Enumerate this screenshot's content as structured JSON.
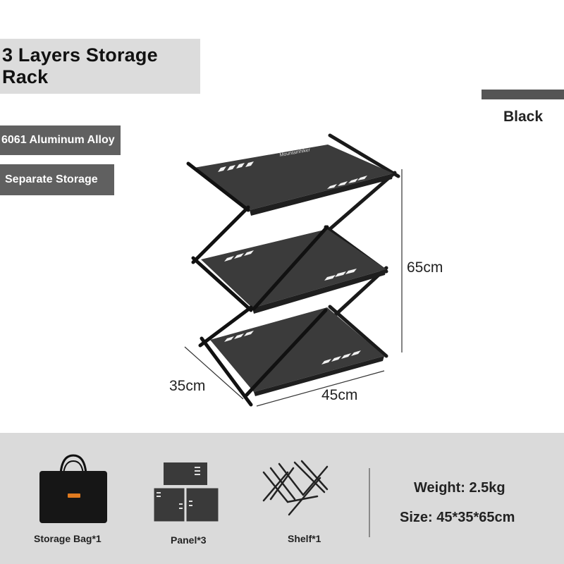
{
  "title": "3 Layers Storage Rack",
  "color_option": {
    "label": "Black",
    "swatch": "#555555"
  },
  "features": [
    "6061 Aluminum Alloy",
    "Separate Storage"
  ],
  "brand_print": "Mountainhiker",
  "dimensions": {
    "height": "65cm",
    "depth": "35cm",
    "width": "45cm"
  },
  "package": {
    "items": [
      {
        "label": "Storage Bag*1",
        "icon": "storage-bag-icon"
      },
      {
        "label": "Panel*3",
        "icon": "panel-stack-icon"
      },
      {
        "label": "Shelf*1",
        "icon": "folding-shelf-frame-icon"
      }
    ],
    "specs": {
      "weight": "Weight: 2.5kg",
      "size": "Size: 45*35*65cm"
    }
  }
}
